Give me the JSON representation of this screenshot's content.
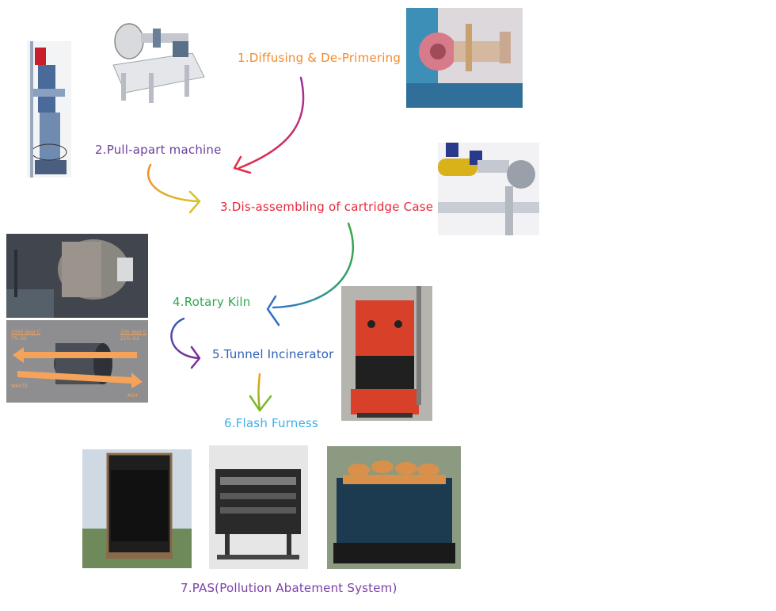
{
  "steps": {
    "s1": {
      "label": "1.Diffusing & De-Primering",
      "color": "#f58a2a"
    },
    "s2": {
      "label": "2.Pull-apart machine",
      "color": "#6b3fa0"
    },
    "s3": {
      "label": "3.Dis-assembling of cartridge Case",
      "color": "#e8283a"
    },
    "s4": {
      "label": "4.Rotary Kiln",
      "color": "#2fa84f"
    },
    "s5": {
      "label": "5.Tunnel Incinerator",
      "color": "#2f5fb3"
    },
    "s6": {
      "label": "6.Flash Furness",
      "color": "#3ab0e8"
    },
    "s7": {
      "label": "7.PAS(Pollution Abatement System)",
      "color": "#7a3fa8"
    }
  },
  "kiln_diagram": {
    "left_top": "1000 degr C",
    "left_sub": "7% O2",
    "right_top": "200 degr C",
    "right_sub": "21% O2",
    "waste": "WASTE",
    "ash": "ASH",
    "arrow_color": "#f5a35a"
  }
}
